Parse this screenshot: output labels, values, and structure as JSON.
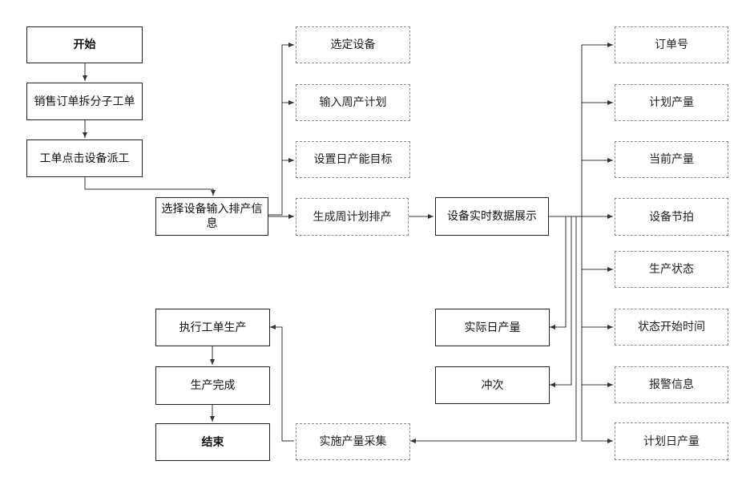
{
  "flowchart": {
    "start": "开始",
    "split_order": "销售订单拆分子工单",
    "dispatch": "工单点击设备派工",
    "select_device_input": "选择设备输入排产信息",
    "execute": "执行工单生产",
    "completed": "生产完成",
    "end": "结束"
  },
  "inputs": {
    "select_device": "选定设备",
    "input_weekly_plan": "输入周产计划",
    "set_daily_target": "设置日产能目标",
    "generate_weekly_schedule": "生成周计划排产"
  },
  "realtime": {
    "display": "设备实时数据展示",
    "actual_daily_output": "实际日产量",
    "punch": "冲次",
    "collect_output": "实施产量采集"
  },
  "fields": {
    "order_no": "订单号",
    "planned_output": "计划产量",
    "current_output": "当前产量",
    "device_cycle": "设备节拍",
    "production_status": "生产状态",
    "status_start_time": "状态开始时间",
    "alarm_info": "报警信息",
    "planned_daily_output": "计划日产量"
  }
}
